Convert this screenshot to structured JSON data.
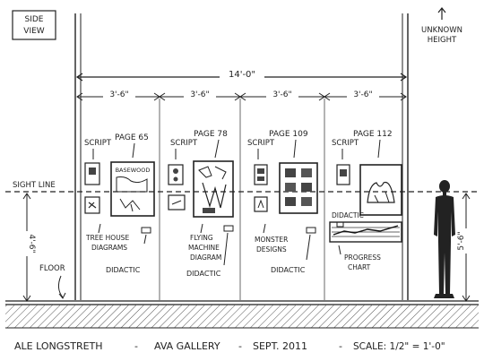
{
  "view_label": [
    "SIDE",
    "VIEW"
  ],
  "height_note": [
    "UNKNOWN",
    "HEIGHT"
  ],
  "dimensions": {
    "total_width": "14'-0\"",
    "bays": [
      "3'-6\"",
      "3'-6\"",
      "3'-6\"",
      "3'-6\""
    ],
    "sight_height": "5'-6\"",
    "floor_to_sight": "4'-6\""
  },
  "labels": {
    "sight_line": "SIGHT LINE",
    "floor": "FLOOR"
  },
  "sections": [
    {
      "page": "PAGE 65",
      "script": "SCRIPT",
      "sketch_text": "BASEWOOD",
      "caption": [
        "TREE HOUSE",
        "DIAGRAMS"
      ],
      "didactic": "DIDACTIC"
    },
    {
      "page": "PAGE 78",
      "script": "SCRIPT",
      "sketch_text": "",
      "caption": [
        "FLYING",
        "MACHINE",
        "DIAGRAM"
      ],
      "didactic": "DIDACTIC"
    },
    {
      "page": "PAGE 109",
      "script": "SCRIPT",
      "sketch_text": "",
      "caption": [
        "MONSTER",
        "DESIGNS"
      ],
      "didactic": "DIDACTIC"
    },
    {
      "page": "PAGE 112",
      "script": "SCRIPT",
      "sketch_text": "",
      "caption": [
        "PROGRESS",
        "CHART"
      ],
      "didactic": "DIDACTIC"
    }
  ],
  "footer": {
    "artist": "ALE LONGSTRETH",
    "venue": "AVA GALLERY",
    "date": "SEPT. 2011",
    "scale": "SCALE: 1/2\" = 1'-0\""
  }
}
